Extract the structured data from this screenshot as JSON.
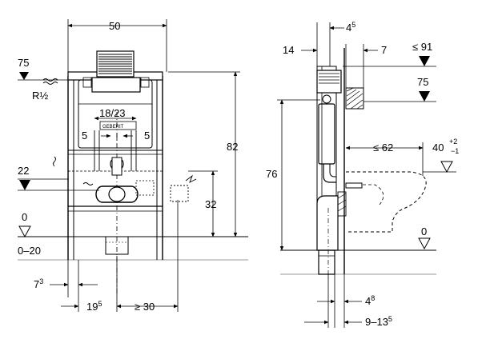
{
  "front_view": {
    "width_total": "50",
    "height_total": "82",
    "flush_pipe_inner": "18/23",
    "gap_left": "5",
    "gap_right": "5",
    "height_supply": "75",
    "supply_thread": "R½",
    "height_drain": "22",
    "height_outlet": "32",
    "floor_level": "0",
    "floor_range": "0–20",
    "foot_offset": "7",
    "foot_offset_sup": "3",
    "center_offset": "19",
    "center_offset_sup": "5",
    "outlet_distance": "≥ 30"
  },
  "side_view": {
    "offset_front": "14",
    "offset_top": "4",
    "offset_top_sup": "5",
    "offset_right": "7",
    "max_height": "≤ 91",
    "height_supply": "75",
    "height_drain": "76",
    "wall_distance": "≤ 62",
    "bowl_height": "40",
    "bowl_tol_plus": "+2",
    "bowl_tol_minus": "−1",
    "floor_level": "0",
    "pipe_offset": "4",
    "pipe_offset_sup": "8",
    "pipe_range": "9–13",
    "pipe_range_sup": "5"
  },
  "brand_label": "GEBERIT"
}
